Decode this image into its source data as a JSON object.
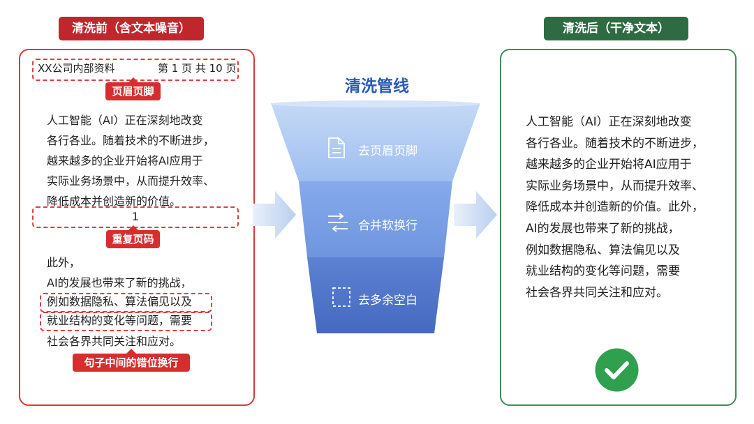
{
  "before": {
    "title": "清洗前（含文本噪音）",
    "header_left": "XX公司内部资料",
    "header_right": "第 1 页 共 10 页",
    "header_tag": "页眉页脚",
    "para1": [
      "人工智能（AI）正在深刻地改变",
      "各行各业。随着技术的不断进步，",
      "越来越多的企业开始将AI应用于",
      "实际业务场景中，从而提升效率、",
      "降低成本并创造新的价值。"
    ],
    "page_number": "1",
    "page_tag": "重复页码",
    "para2": [
      "此外，",
      "AI的发展也带来了新的挑战，",
      "例如数据隐私、算法偏见以及",
      "就业结构的变化等问题，需要",
      "社会各界共同关注和应对。"
    ],
    "break_tag": "句子中间的错位换行"
  },
  "pipeline": {
    "title": "清洗管线",
    "steps": [
      "去页眉页脚",
      "合并软换行",
      "去多余空白"
    ],
    "colors": [
      "#a9c6f1",
      "#7ea3e3",
      "#5479cc"
    ]
  },
  "after": {
    "title": "清洗后（干净文本）",
    "lines": [
      "人工智能（AI）正在深刻地改变",
      "各行各业。随着技术的不断进步，",
      "越来越多的企业开始将AI应用于",
      "实际业务场景中，从而提升效率、",
      "降低成本并创造新的价值。此外，",
      "AI的发展也带来了新的挑战，",
      "例如数据隐私、算法偏见以及",
      "就业结构的变化等问题，需要",
      "社会各界共同关注和应对。"
    ],
    "check_icon": "check-circle-icon",
    "accent": "#2ea04e"
  }
}
